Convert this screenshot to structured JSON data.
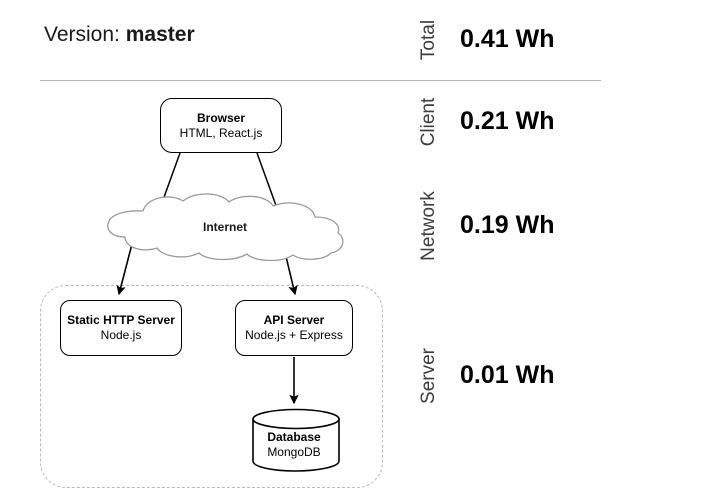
{
  "header": {
    "version_label": "Version:",
    "version_value": "master"
  },
  "metrics": [
    {
      "category": "Total",
      "value": "0.41 Wh"
    },
    {
      "category": "Client",
      "value": "0.21 Wh"
    },
    {
      "category": "Network",
      "value": "0.19 Wh"
    },
    {
      "category": "Server",
      "value": "0.01 Wh"
    }
  ],
  "diagram": {
    "browser": {
      "title": "Browser",
      "subtitle": "HTML, React.js"
    },
    "internet": {
      "title": "Internet"
    },
    "static_server": {
      "title": "Static HTTP Server",
      "subtitle": "Node.js"
    },
    "api_server": {
      "title": "API Server",
      "subtitle": "Node.js + Express"
    },
    "database": {
      "title": "Database",
      "subtitle": "MongoDB"
    }
  },
  "colors": {
    "node_stroke": "#000000",
    "cloud_stroke": "#9a9a9a",
    "group_stroke": "#b9b9b9",
    "divider": "#b3b3b3",
    "text": "#000000"
  }
}
